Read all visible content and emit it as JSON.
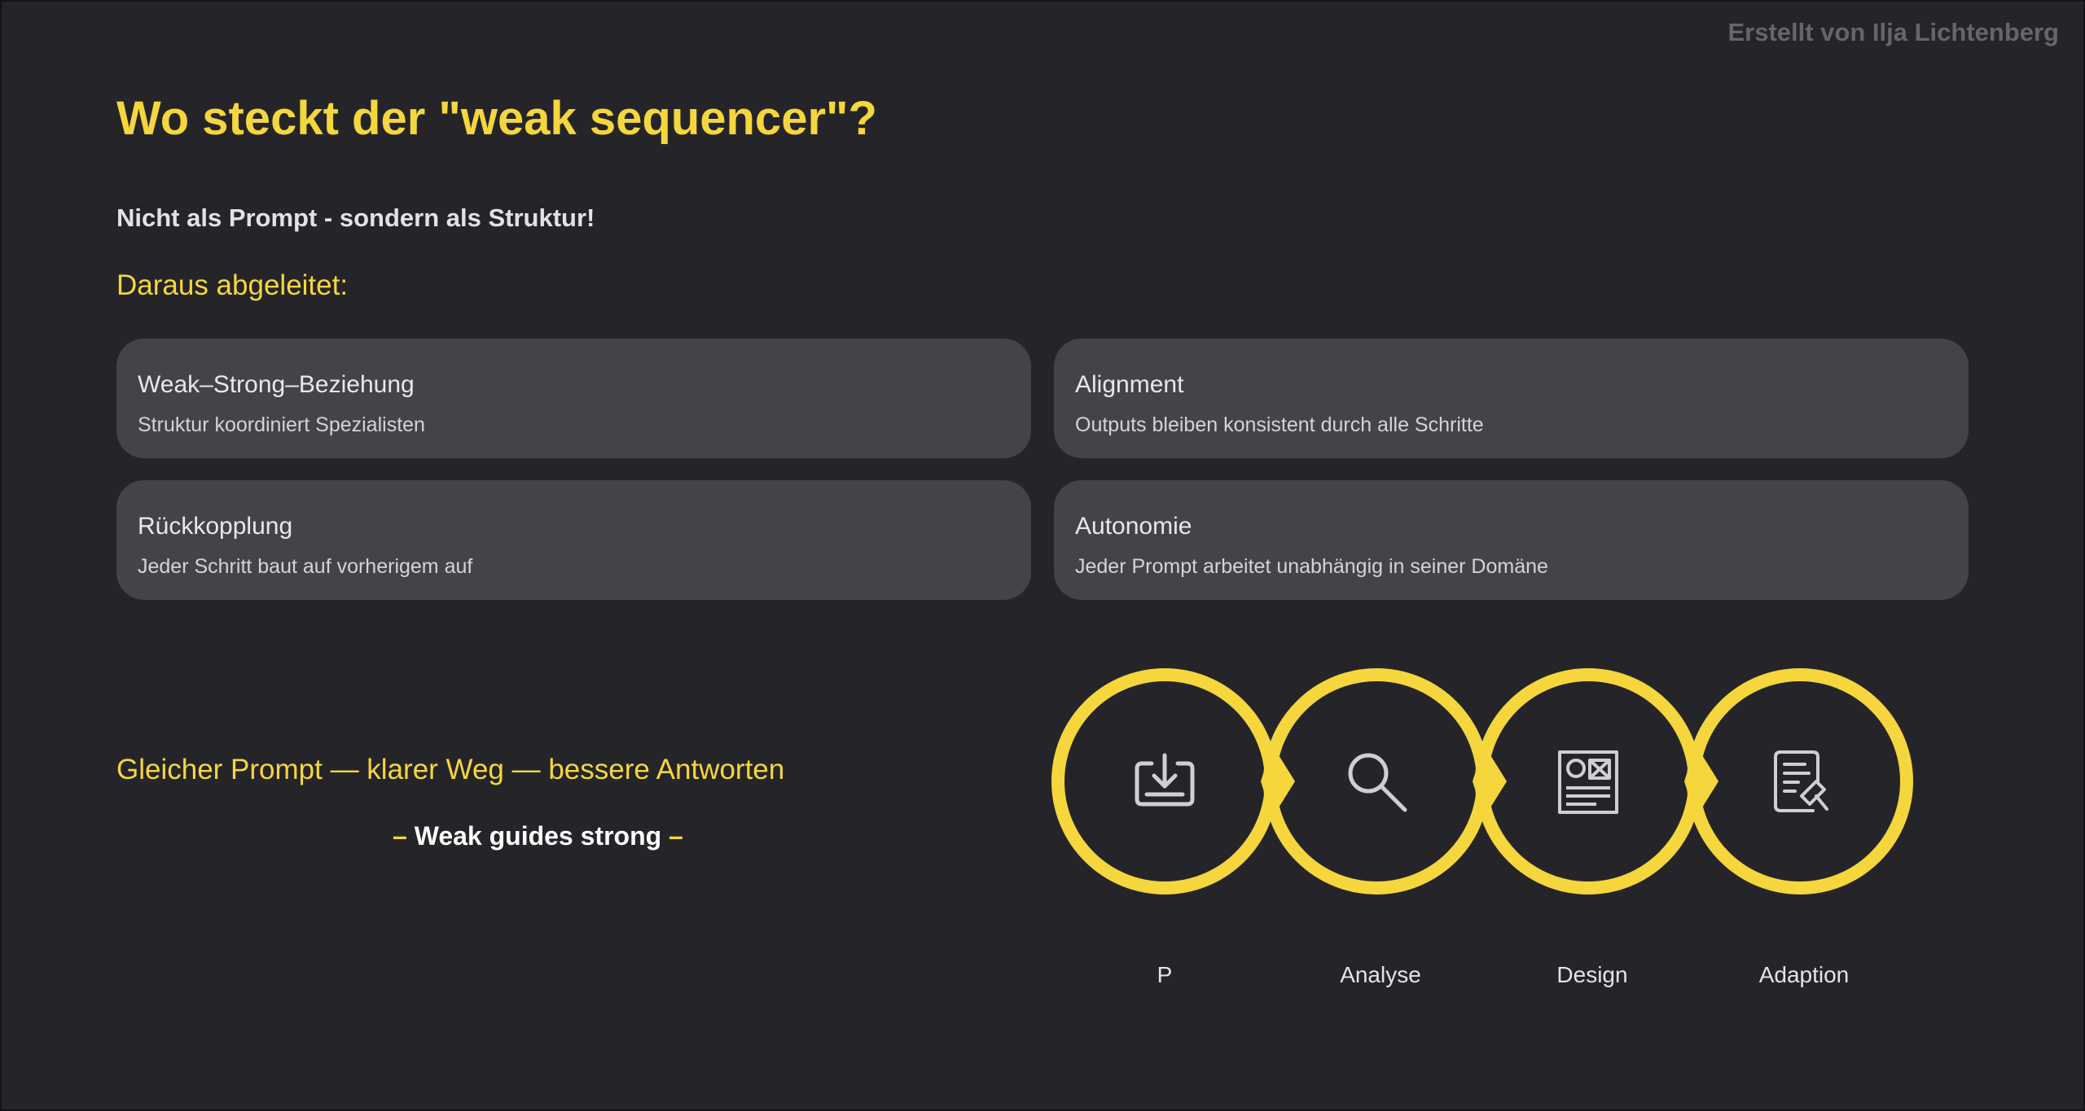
{
  "credit": "Erstellt von Ilja Lichtenberg",
  "title": "Wo steckt der \"weak sequencer\"?",
  "subtitle": "Nicht als Prompt - sondern als Struktur!",
  "derived_heading": "Daraus abgeleitet:",
  "cards": [
    {
      "title": "Weak–Strong–Beziehung",
      "desc": "Struktur koordiniert Spezialisten"
    },
    {
      "title": "Alignment",
      "desc": "Outputs bleiben konsistent durch alle Schritte"
    },
    {
      "title": "Rückkopplung",
      "desc": "Jeder Schritt baut auf vorherigem auf"
    },
    {
      "title": "Autonomie",
      "desc": "Jeder Prompt arbeitet unabhängig in seiner Domäne"
    }
  ],
  "tagline": "Gleicher Prompt — klarer Weg — bessere Antworten",
  "motto": {
    "dash_left": "– ",
    "text": "Weak guides strong",
    "dash_right": " –"
  },
  "flow_steps": [
    {
      "label": "P",
      "icon": "download-tray-icon"
    },
    {
      "label": "Analyse",
      "icon": "magnifier-icon"
    },
    {
      "label": "Design",
      "icon": "layout-document-icon"
    },
    {
      "label": "Adaption",
      "icon": "document-edit-icon"
    }
  ],
  "colors": {
    "background": "#252529",
    "accent": "#f5d63d",
    "card": "#444448"
  }
}
